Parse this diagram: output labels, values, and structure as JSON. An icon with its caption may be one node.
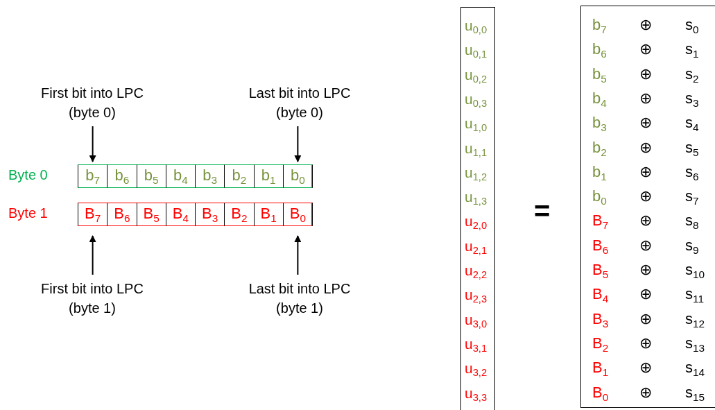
{
  "diagram": {
    "nodes": [
      {
        "text": [
          "First bit into LPC (byte 0)"
        ]
      },
      {
        "text": [
          "Last bit into LPC (byte 0)"
        ]
      },
      {
        "text": [],
        "shape": "box",
        "beside": [
          "Byte 0"
        ]
      },
      {
        "text": [
          "b$_{7}$"
        ],
        "in": 2
      },
      {
        "text": [
          "b$_{6}$"
        ],
        "in": 2
      },
      {
        "text": [
          "b$_{5}$"
        ],
        "in": 2
      },
      {
        "text": [
          "b$_{4}$"
        ],
        "in": 2
      },
      {
        "text": [
          "b$_{3}$"
        ],
        "in": 2
      },
      {
        "text": [
          "b$_{2}$"
        ],
        "in": 2
      },
      {
        "text": [
          "b$_{1}$"
        ],
        "in": 2
      },
      {
        "text": [
          "b$_{0}$"
        ],
        "in": 2
      },
      {
        "text": [],
        "shape": "box",
        "beside": [
          "Byte 1"
        ]
      },
      {
        "text": [
          "B$_{7}$"
        ],
        "in": 11
      },
      {
        "text": [
          "B$_{6}$"
        ],
        "in": 11
      },
      {
        "text": [
          "B$_{5}$"
        ],
        "in": 11
      },
      {
        "text": [
          "B$_{4}$"
        ],
        "in": 11
      },
      {
        "text": [
          "B$_{3}$"
        ],
        "in": 11
      },
      {
        "text": [
          "B$_{2}$"
        ],
        "in": 11
      },
      {
        "text": [
          "B$_{1}$"
        ],
        "in": 11
      },
      {
        "text": [
          "B$_{0}$"
        ],
        "in": 11
      },
      {
        "text": [
          "First bit into LPC (byte 1)"
        ]
      },
      {
        "text": [
          "Last bit into LPC (byte 1)"
        ]
      },
      {
        "text": [
          "u$_{0,0}$",
          "u$_{0,1}$",
          "u$_{0,2}$",
          "u$_{0,3}$",
          "u$_{1,0}$",
          "u$_{1,1}$",
          "u$_{1,2}$",
          "u$_{1,3}$",
          "u$_{2,0}$",
          "u$_{2,1}$",
          "u$_{2,2}$",
          "u$_{2,3}$",
          "u$_{3,0}$",
          "u$_{3,1}$",
          "u$_{3,2}$",
          "u$_{3,3}$"
        ]
      },
      {
        "text": [
          "b$_{7}$",
          "⊕",
          "s$_{0}$",
          "b$_{6}$",
          "⊕",
          "s$_{1}$",
          "b$_{5}$",
          "⊕",
          "s$_{2}$",
          "b$_{4}$",
          "⊕",
          "s$_{3}$",
          "b$_{3}$",
          "⊕",
          "s$_{4}$",
          "b$_{2}$",
          "⊕",
          "s$_{5}$",
          "b$_{1}$",
          "⊕",
          "s$_{6}$",
          "b$_{0}$",
          "⊕",
          "s$_{7}$",
          "B$_{7}$",
          "⊕",
          "s$_{8}$",
          "B$_{6}$",
          "⊕",
          "s$_{9}$",
          "B$_{5}$",
          "⊕",
          "s$_{10}$",
          "B$_{4}$",
          "⊕",
          "s$_{11}$",
          "B$_{3}$",
          "⊕",
          "s$_{12}$",
          "B$_{2}$",
          "⊕",
          "s$_{13}$",
          "B$_{1}$",
          "⊕",
          "s$_{14}$",
          "B$_{0}$",
          "⊕",
          "s$_{15}$"
        ]
      }
    ],
    "edges": [
      {
        "from": 0,
        "to": 3,
        "arrow": "to"
      },
      {
        "from": 1,
        "to": 10,
        "arrow": "to"
      },
      {
        "from": 20,
        "to": 12,
        "arrow": "to"
      },
      {
        "from": 21,
        "to": 19,
        "arrow": "to"
      }
    ],
    "labels": [
      "="
    ]
  }
}
